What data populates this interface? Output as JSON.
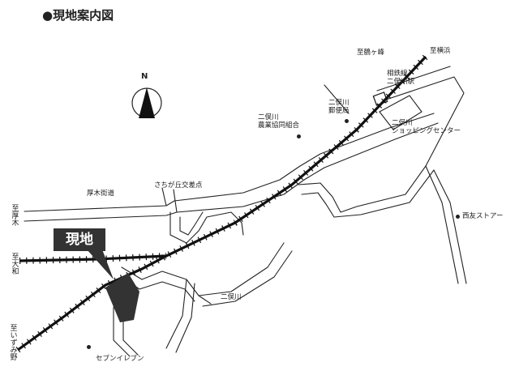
{
  "map": {
    "title": "●現地案内図",
    "north_label": "N",
    "site_label": "現地",
    "labels": {
      "to_tsurugamine": "至鶴ヶ峰",
      "to_yokohama": "至横浜",
      "sotetsu_station": "相鉄線\n二俣川駅",
      "post_office": "二俣川\n郵便局",
      "agri_coop": "二俣川\n農業協同組合",
      "shopping_center": "二俣川\nショッピングセンター",
      "atsugi_kaido": "厚木街道",
      "sachigaoka_intersection": "さちが丘交差点",
      "to_atsugi": "至厚木",
      "to_yamato": "至大和",
      "futamatagawa": "二俣川",
      "seiyu_store": "西友ストアー",
      "seven_eleven": "セブンイレブン",
      "to_izumino": "至いずみ野"
    },
    "colors": {
      "ink": "#222222",
      "site_fill": "#333333",
      "background": "#ffffff"
    }
  }
}
